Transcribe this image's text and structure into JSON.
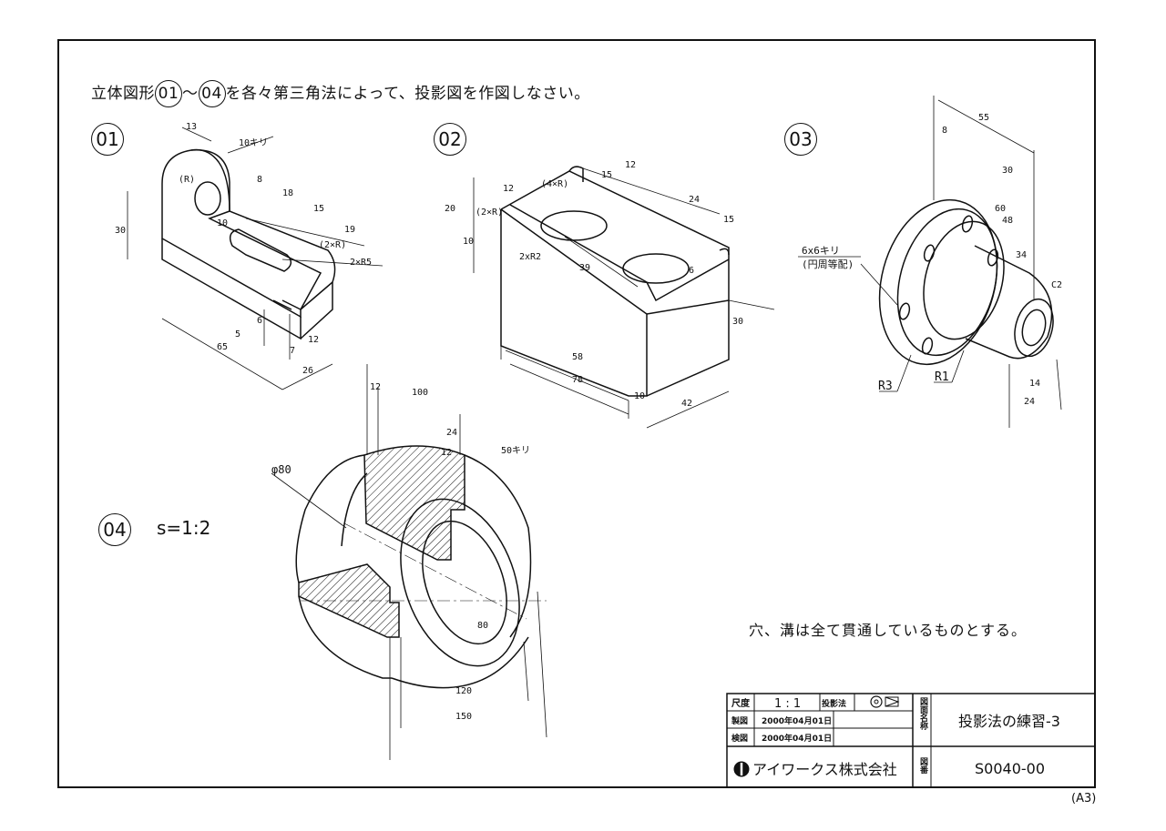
{
  "instruction": {
    "prefix": "立体図形",
    "from": "01",
    "tilde": "～",
    "to": "04",
    "suffix": "を各々第三角法によって、投影図を作図しなさい。"
  },
  "figures": [
    {
      "id": "01"
    },
    {
      "id": "02"
    },
    {
      "id": "03"
    },
    {
      "id": "04",
      "scale": "s=1:2"
    }
  ],
  "dims": {
    "f01": [
      "13",
      "10キリ",
      "(R)",
      "8",
      "30",
      "18",
      "15",
      "19",
      "10",
      "(2×R)",
      "2×R5",
      "5",
      "6",
      "7",
      "12",
      "65",
      "26"
    ],
    "f02": [
      "12",
      "15",
      "(4×R)",
      "12",
      "24",
      "15",
      "20",
      "10",
      "(2×R)",
      "2xR2",
      "39",
      "6",
      "58",
      "78",
      "10",
      "42",
      "30"
    ],
    "f03": [
      "55",
      "8",
      "30",
      "60",
      "48",
      "34",
      "C2",
      "14",
      "24",
      "R3",
      "R1"
    ],
    "f04": [
      "12",
      "100",
      "24",
      "12",
      "50キリ",
      "φ80",
      "80",
      "120",
      "150"
    ]
  },
  "callout03": {
    "line1": "6x6キリ",
    "line2": "(円周等配)"
  },
  "note": "穴、溝は全て貫通しているものとする。",
  "title_block": {
    "scale_label": "尺度",
    "scale_value": "1 : 1",
    "projection_label": "投影法",
    "drawn_label": "製図",
    "drawn_date": "2000年04月01日",
    "checked_label": "検図",
    "checked_date": "2000年04月01日",
    "name_label": "図面名称",
    "name_value": "投影法の練習-3",
    "company": "アイワークス株式会社",
    "number_label": "図番",
    "number_value": "S0040-00"
  },
  "paper_size": "(A3)"
}
